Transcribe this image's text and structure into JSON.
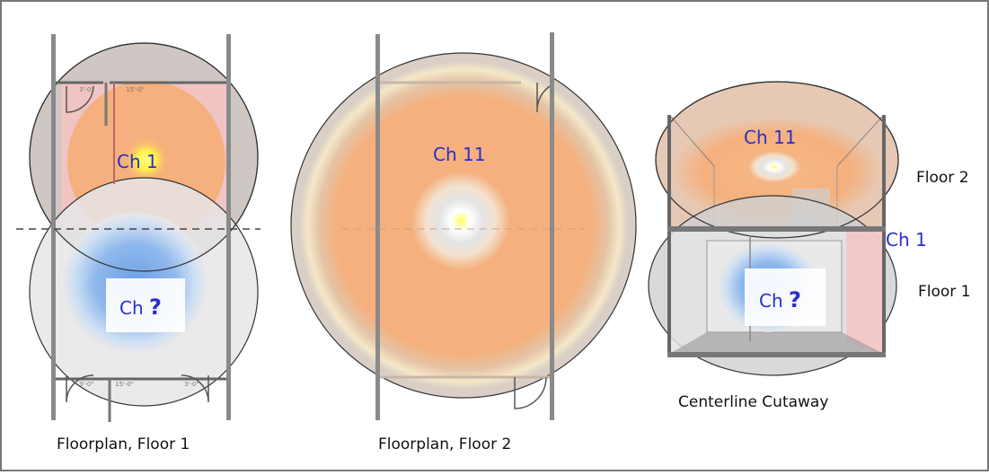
{
  "panels": {
    "floor1": {
      "caption": "Floorplan, Floor 1",
      "upper_label": "Ch 1",
      "lower_label_prefix": "Ch",
      "lower_label_mark": "?"
    },
    "floor2": {
      "caption": "Floorplan, Floor 2",
      "center_label": "Ch 11"
    },
    "cutaway": {
      "caption": "Centerline Cutaway",
      "top_label": "Ch 11",
      "side_label": "Ch 1",
      "inner_label_prefix": "Ch",
      "inner_label_mark": "?",
      "floor2_label": "Floor 2",
      "floor1_label": "Floor 1"
    }
  },
  "dimensions": {
    "door_width_1": "3'-0\"",
    "room_length": "15'-0\"",
    "door_width_2": "3'-0\""
  },
  "colors": {
    "peach": "#f5b07e",
    "pink": "#f6c3c3",
    "blue": "#8fb8ec",
    "yellow": "#ffff66",
    "label_blue": "#2a2fc8",
    "wall": "#8a8a8a",
    "gray_zone": "#c9c9c9"
  }
}
